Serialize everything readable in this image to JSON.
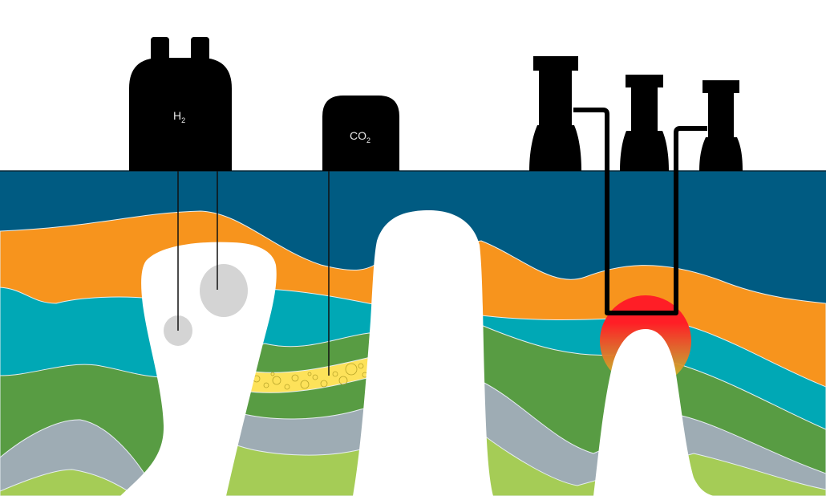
{
  "facilities": {
    "hydrogen_tank": {
      "label_main": "H",
      "label_sub": "2"
    },
    "co2_tank": {
      "label_main": "CO",
      "label_sub": "2"
    }
  },
  "colors": {
    "sky": "#ffffff",
    "cap_rock": "#005b82",
    "orange_layer": "#f7941d",
    "teal_layer": "#00a8b5",
    "green_layer": "#589c43",
    "gray_layer": "#9eacb4",
    "light_green_layer": "#a5cc56",
    "co2_storage_layer": "#fde25a",
    "salt_dome": "#ffffff",
    "storage_cavern": "#d4d4d4",
    "heat_source_top": "#ff1e26",
    "heat_source_bottom": "#c9cf2a",
    "infrastructure": "#000000"
  }
}
